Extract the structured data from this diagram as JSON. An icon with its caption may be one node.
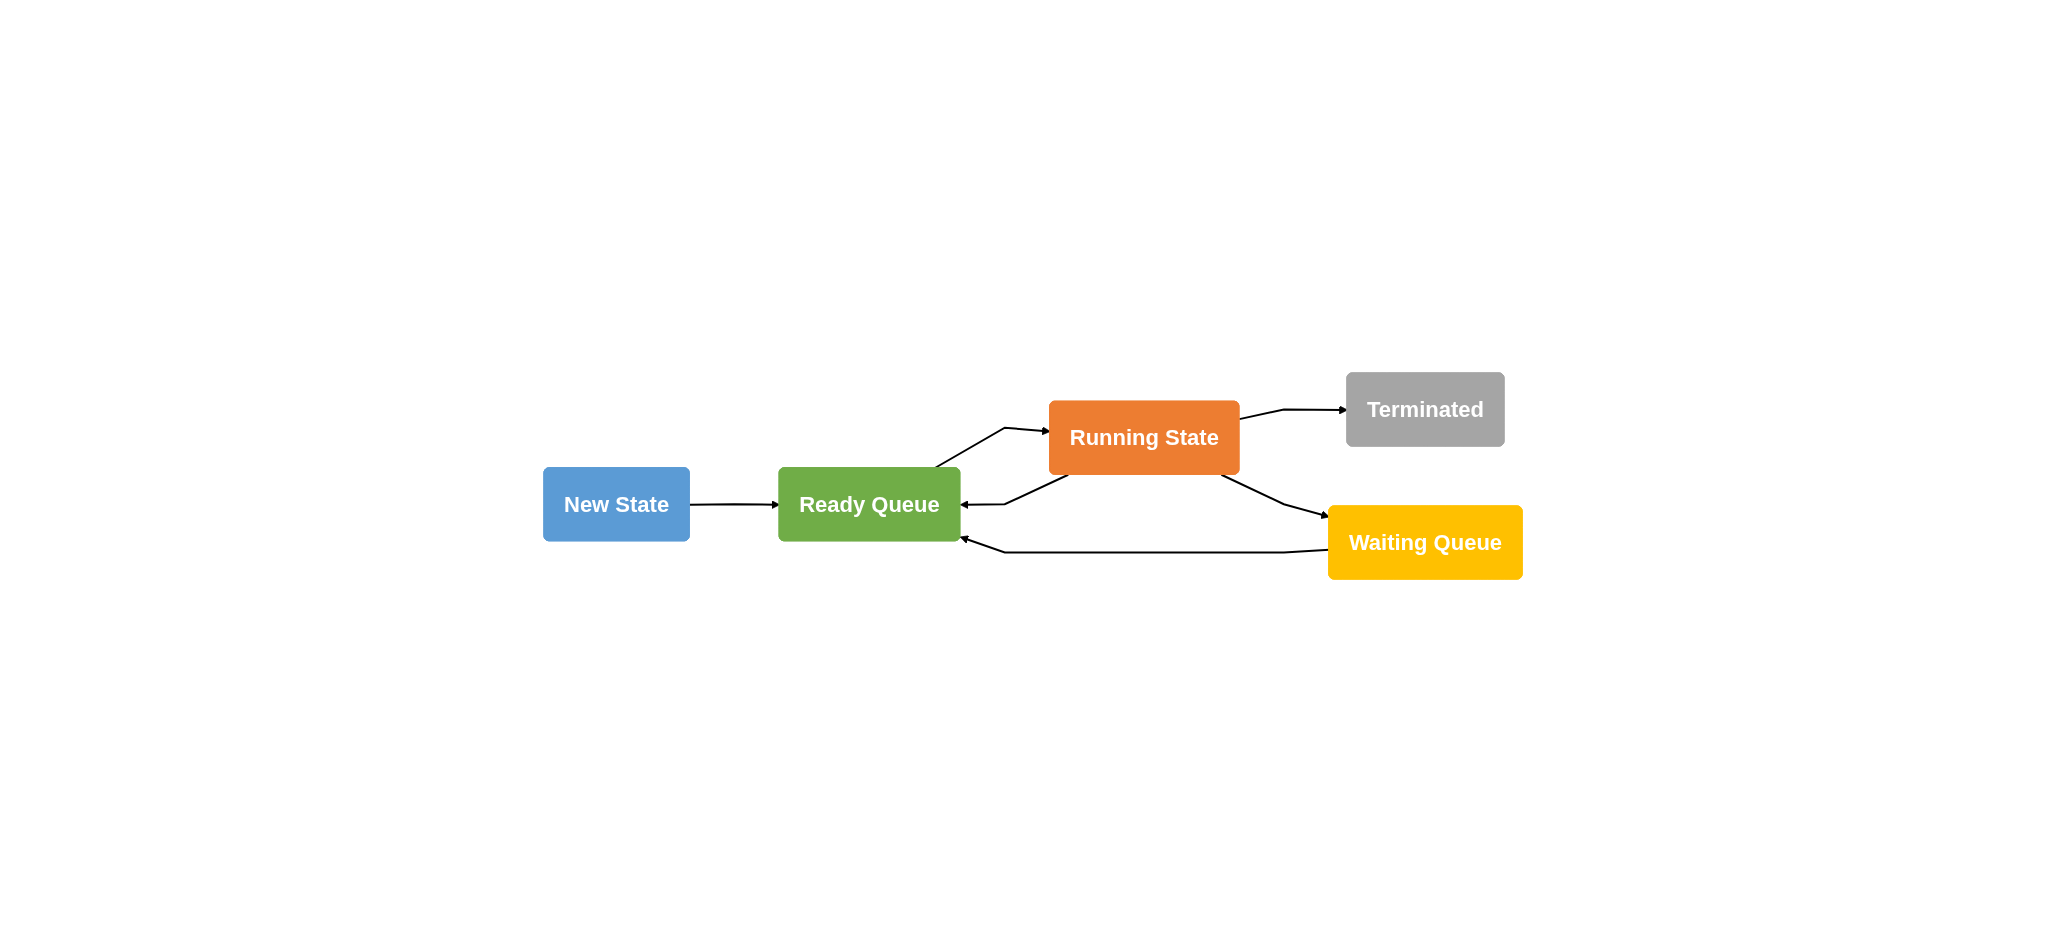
{
  "diagram": {
    "nodes": [
      {
        "text": [
          "New State"
        ]
      },
      {
        "text": [
          "Terminated"
        ]
      },
      {
        "text": [
          "Ready Queue"
        ]
      },
      {
        "text": [
          "Running State"
        ]
      },
      {
        "text": [
          "Waiting Queue"
        ]
      }
    ],
    "edges": [
      {
        "from": 0,
        "to": 2,
        "arrow": "to"
      },
      {
        "from": 3,
        "to": 2,
        "arrow": "to"
      },
      {
        "from": 2,
        "to": 3,
        "arrow": "to"
      },
      {
        "from": 3,
        "to": 1,
        "arrow": "to"
      },
      {
        "from": 3,
        "to": 4,
        "arrow": "to"
      },
      {
        "from": 4,
        "to": 2,
        "arrow": "to"
      }
    ]
  }
}
